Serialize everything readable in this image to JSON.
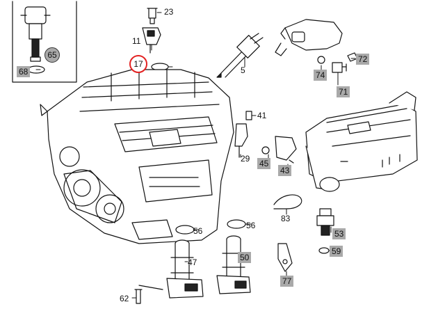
{
  "colors": {
    "line": "#111111",
    "label_shade": "#a9a9a9",
    "highlight_ring": "#e32222",
    "background": "#ffffff"
  },
  "parts": {
    "p23": "23",
    "p11": "11",
    "p17": "17",
    "p5": "5",
    "p65": "65",
    "p68": "68",
    "p72": "72",
    "p74": "74",
    "p71": "71",
    "p41": "41",
    "p29": "29",
    "p45": "45",
    "p43": "43",
    "p83": "83",
    "p56a": "56",
    "p56b": "56",
    "p53": "53",
    "p59": "59",
    "p47": "47",
    "p50": "50",
    "p77": "77",
    "p62": "62"
  }
}
